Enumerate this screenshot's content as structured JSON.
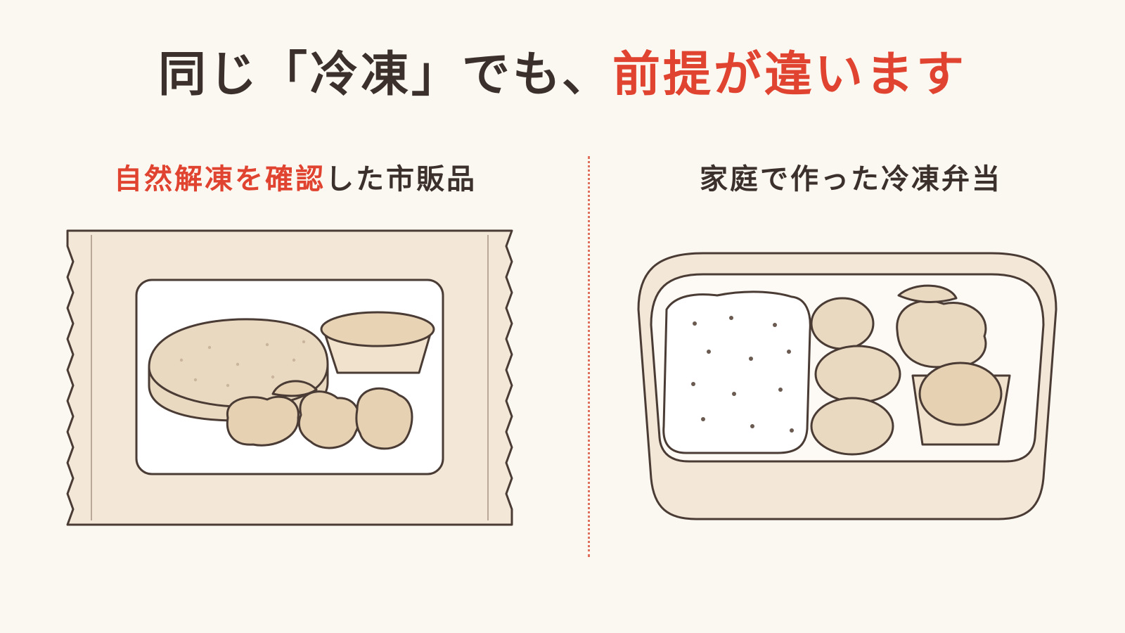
{
  "title": {
    "part1": "同じ「冷凍」でも、",
    "part2": "前提が違います"
  },
  "left": {
    "heading_accent": "自然解凍を確認",
    "heading_rest": "した市販品",
    "illustration_icon": "frozen-food-package-icon"
  },
  "right": {
    "heading": "家庭で作った冷凍弁当",
    "illustration_icon": "homemade-bento-box-icon"
  },
  "colors": {
    "text": "#3b302b",
    "accent": "#e0432f",
    "background": "#fbf7f1",
    "divider": "#e0705e"
  }
}
